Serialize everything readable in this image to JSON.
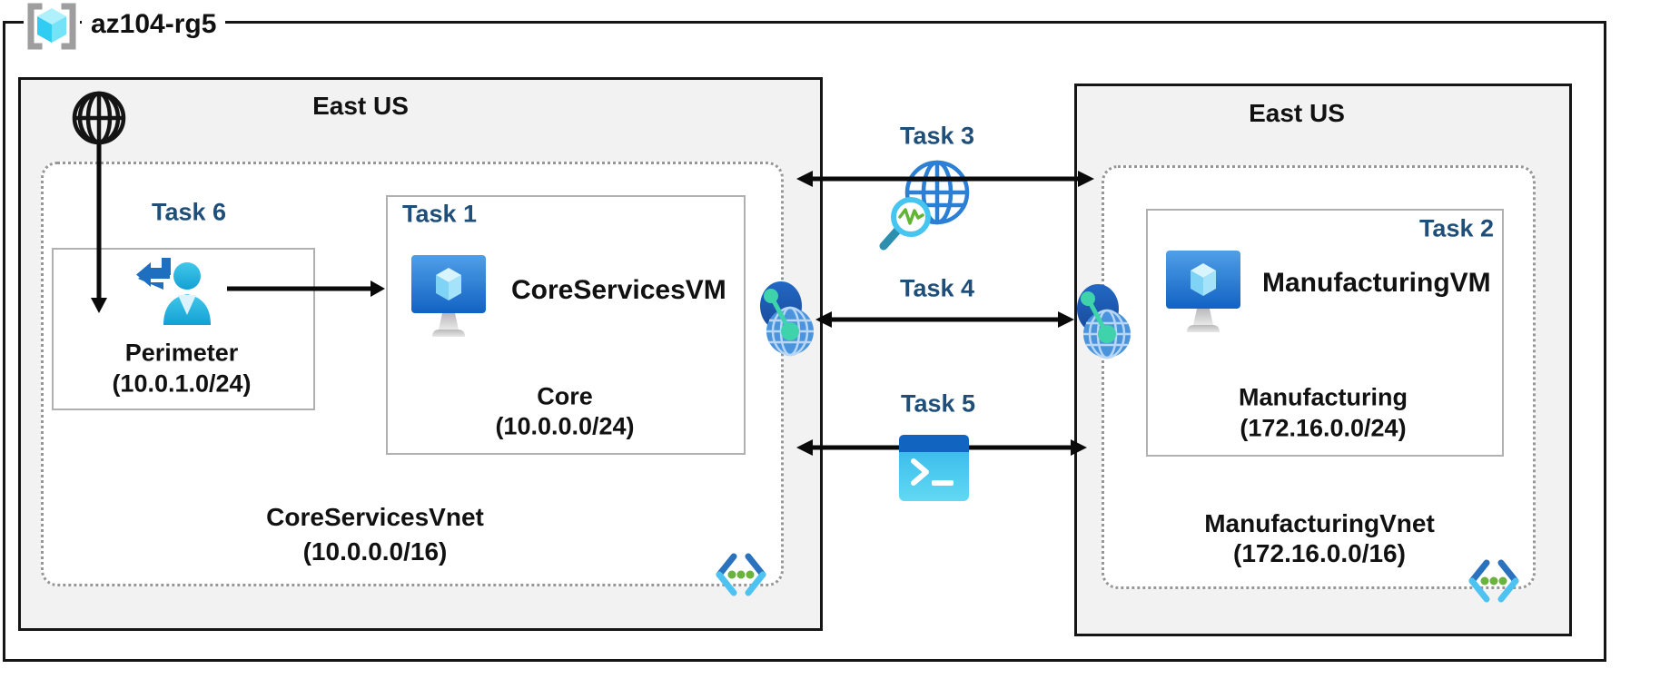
{
  "resource_group": {
    "label": "az104-rg5"
  },
  "left_region": {
    "location": "East US",
    "task6_label": "Task 6",
    "perimeter_subnet": {
      "name": "Perimeter",
      "cidr": "(10.0.1.0/24)"
    },
    "task1": {
      "label": "Task 1",
      "vm_name": "CoreServicesVM",
      "subnet_name": "Core",
      "subnet_cidr": "(10.0.0.0/24)"
    },
    "vnet": {
      "name": "CoreServicesVnet",
      "cidr": "(10.0.0.0/16)"
    }
  },
  "middle": {
    "task3_label": "Task 3",
    "task4_label": "Task 4",
    "task5_label": "Task 5"
  },
  "right_region": {
    "location": "East US",
    "task2": {
      "label": "Task 2",
      "vm_name": "ManufacturingVM",
      "subnet_name": "Manufacturing",
      "subnet_cidr": "(172.16.0.0/24)"
    },
    "vnet": {
      "name": "ManufacturingVnet",
      "cidr": "(172.16.0.0/16)"
    }
  },
  "colors": {
    "task_label_blue": "#1F4E79",
    "region_fill": "#F2F2F2",
    "dotted_border": "#979797",
    "arrow_black": "#0A0A0A",
    "vm_monitor_blue_top": "#4F9FE8",
    "vm_monitor_blue_bottom": "#1262C4",
    "cyan_accent": "#45C5F0",
    "teal_link": "#3ED3AB",
    "green_dot": "#6AB33E"
  }
}
